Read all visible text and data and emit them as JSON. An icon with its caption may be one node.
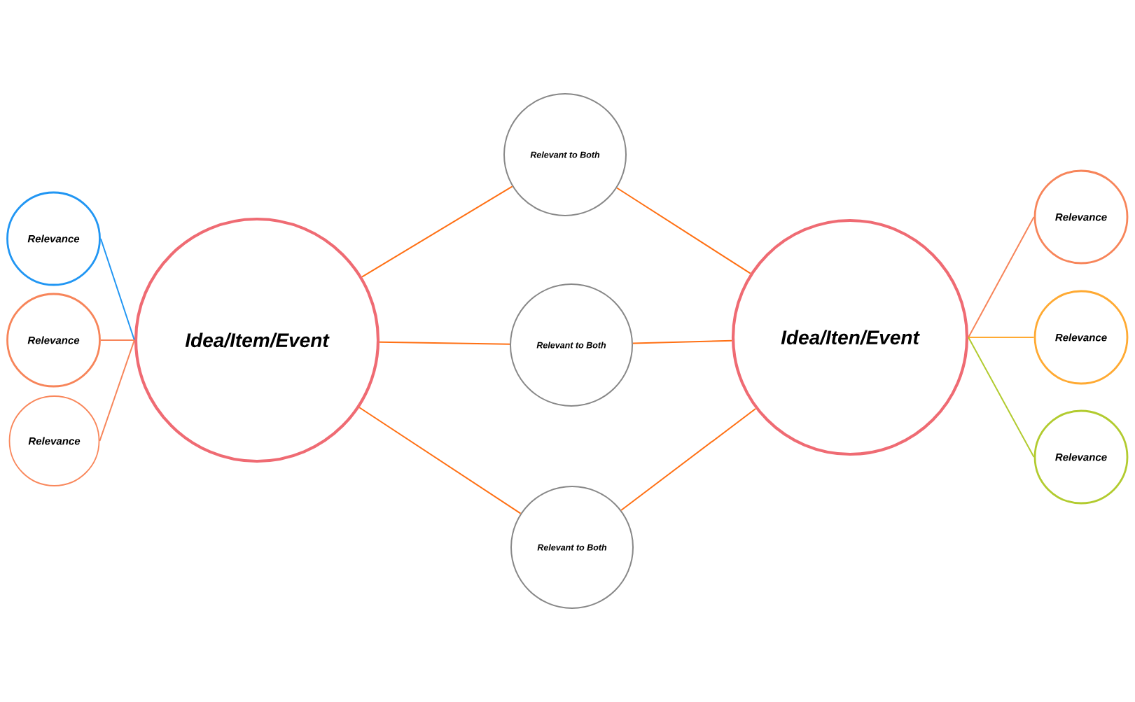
{
  "diagram": {
    "nodes": [
      {
        "text": [
          "Idea/Item/Event"
        ]
      },
      {
        "text": [
          "Idea/Iten/Event"
        ]
      },
      {
        "text": [
          "Relevant to Both"
        ]
      },
      {
        "text": [
          "Relevant to Both"
        ]
      },
      {
        "text": [
          "Relevant to Both"
        ]
      },
      {
        "text": [
          "Relevance"
        ]
      },
      {
        "text": [
          "Relevance"
        ]
      },
      {
        "text": [
          "Relevance"
        ]
      },
      {
        "text": [
          "Relevance"
        ]
      },
      {
        "text": [
          "Relevance"
        ]
      },
      {
        "text": [
          "Relevance"
        ]
      }
    ],
    "edges": [
      {
        "from": 0,
        "to": 5,
        "arrow": "none",
        "color": "#2196f3"
      },
      {
        "from": 0,
        "to": 6,
        "arrow": "none",
        "color": "#f7855a"
      },
      {
        "from": 0,
        "to": 7,
        "arrow": "none",
        "color": "#f7855a"
      },
      {
        "from": 0,
        "to": 2,
        "arrow": "none"
      },
      {
        "from": 0,
        "to": 3,
        "arrow": "none"
      },
      {
        "from": 0,
        "to": 4,
        "arrow": "none"
      },
      {
        "from": 2,
        "to": 1,
        "arrow": "none"
      },
      {
        "from": 3,
        "to": 1,
        "arrow": "none"
      },
      {
        "from": 4,
        "to": 1,
        "arrow": "none"
      },
      {
        "from": 1,
        "to": 8,
        "arrow": "none",
        "color": "#f7855a"
      },
      {
        "from": 1,
        "to": 9,
        "arrow": "none",
        "color": "#ffaa33"
      },
      {
        "from": 1,
        "to": 10,
        "arrow": "none",
        "color": "#b2cb2f"
      }
    ]
  }
}
